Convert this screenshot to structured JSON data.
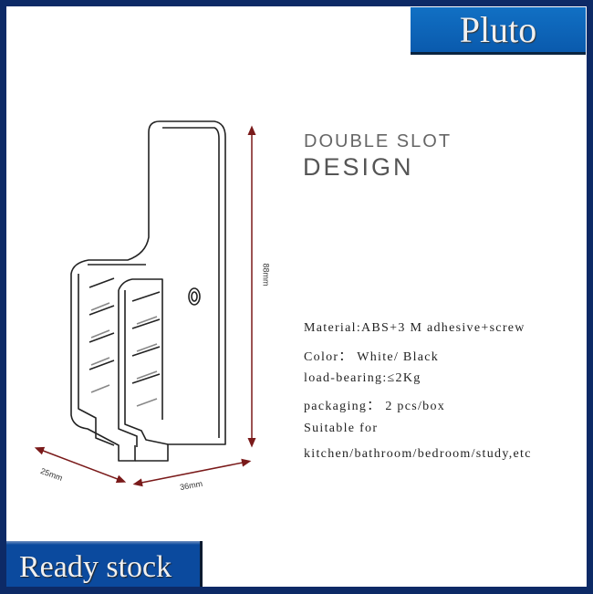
{
  "brand": "Pluto",
  "badge": "Ready stock",
  "heading": {
    "line1": "DOUBLE SLOT",
    "line2": "DESIGN"
  },
  "specs": [
    "Material:ABS+3 M adhesive+screw",
    "Color： White/ Black",
    "load-bearing:≤2Kg",
    "packaging： 2 pcs/box",
    "Suitable for",
    "kitchen/bathroom/bedroom/study,etc"
  ],
  "dimensions": {
    "height": "88mm",
    "depth": "25mm",
    "width": "36mm"
  },
  "colors": {
    "frame": "#0d2a66",
    "brand_bg": "#0b63b8",
    "dimension_arrow": "#7a1a1a"
  }
}
